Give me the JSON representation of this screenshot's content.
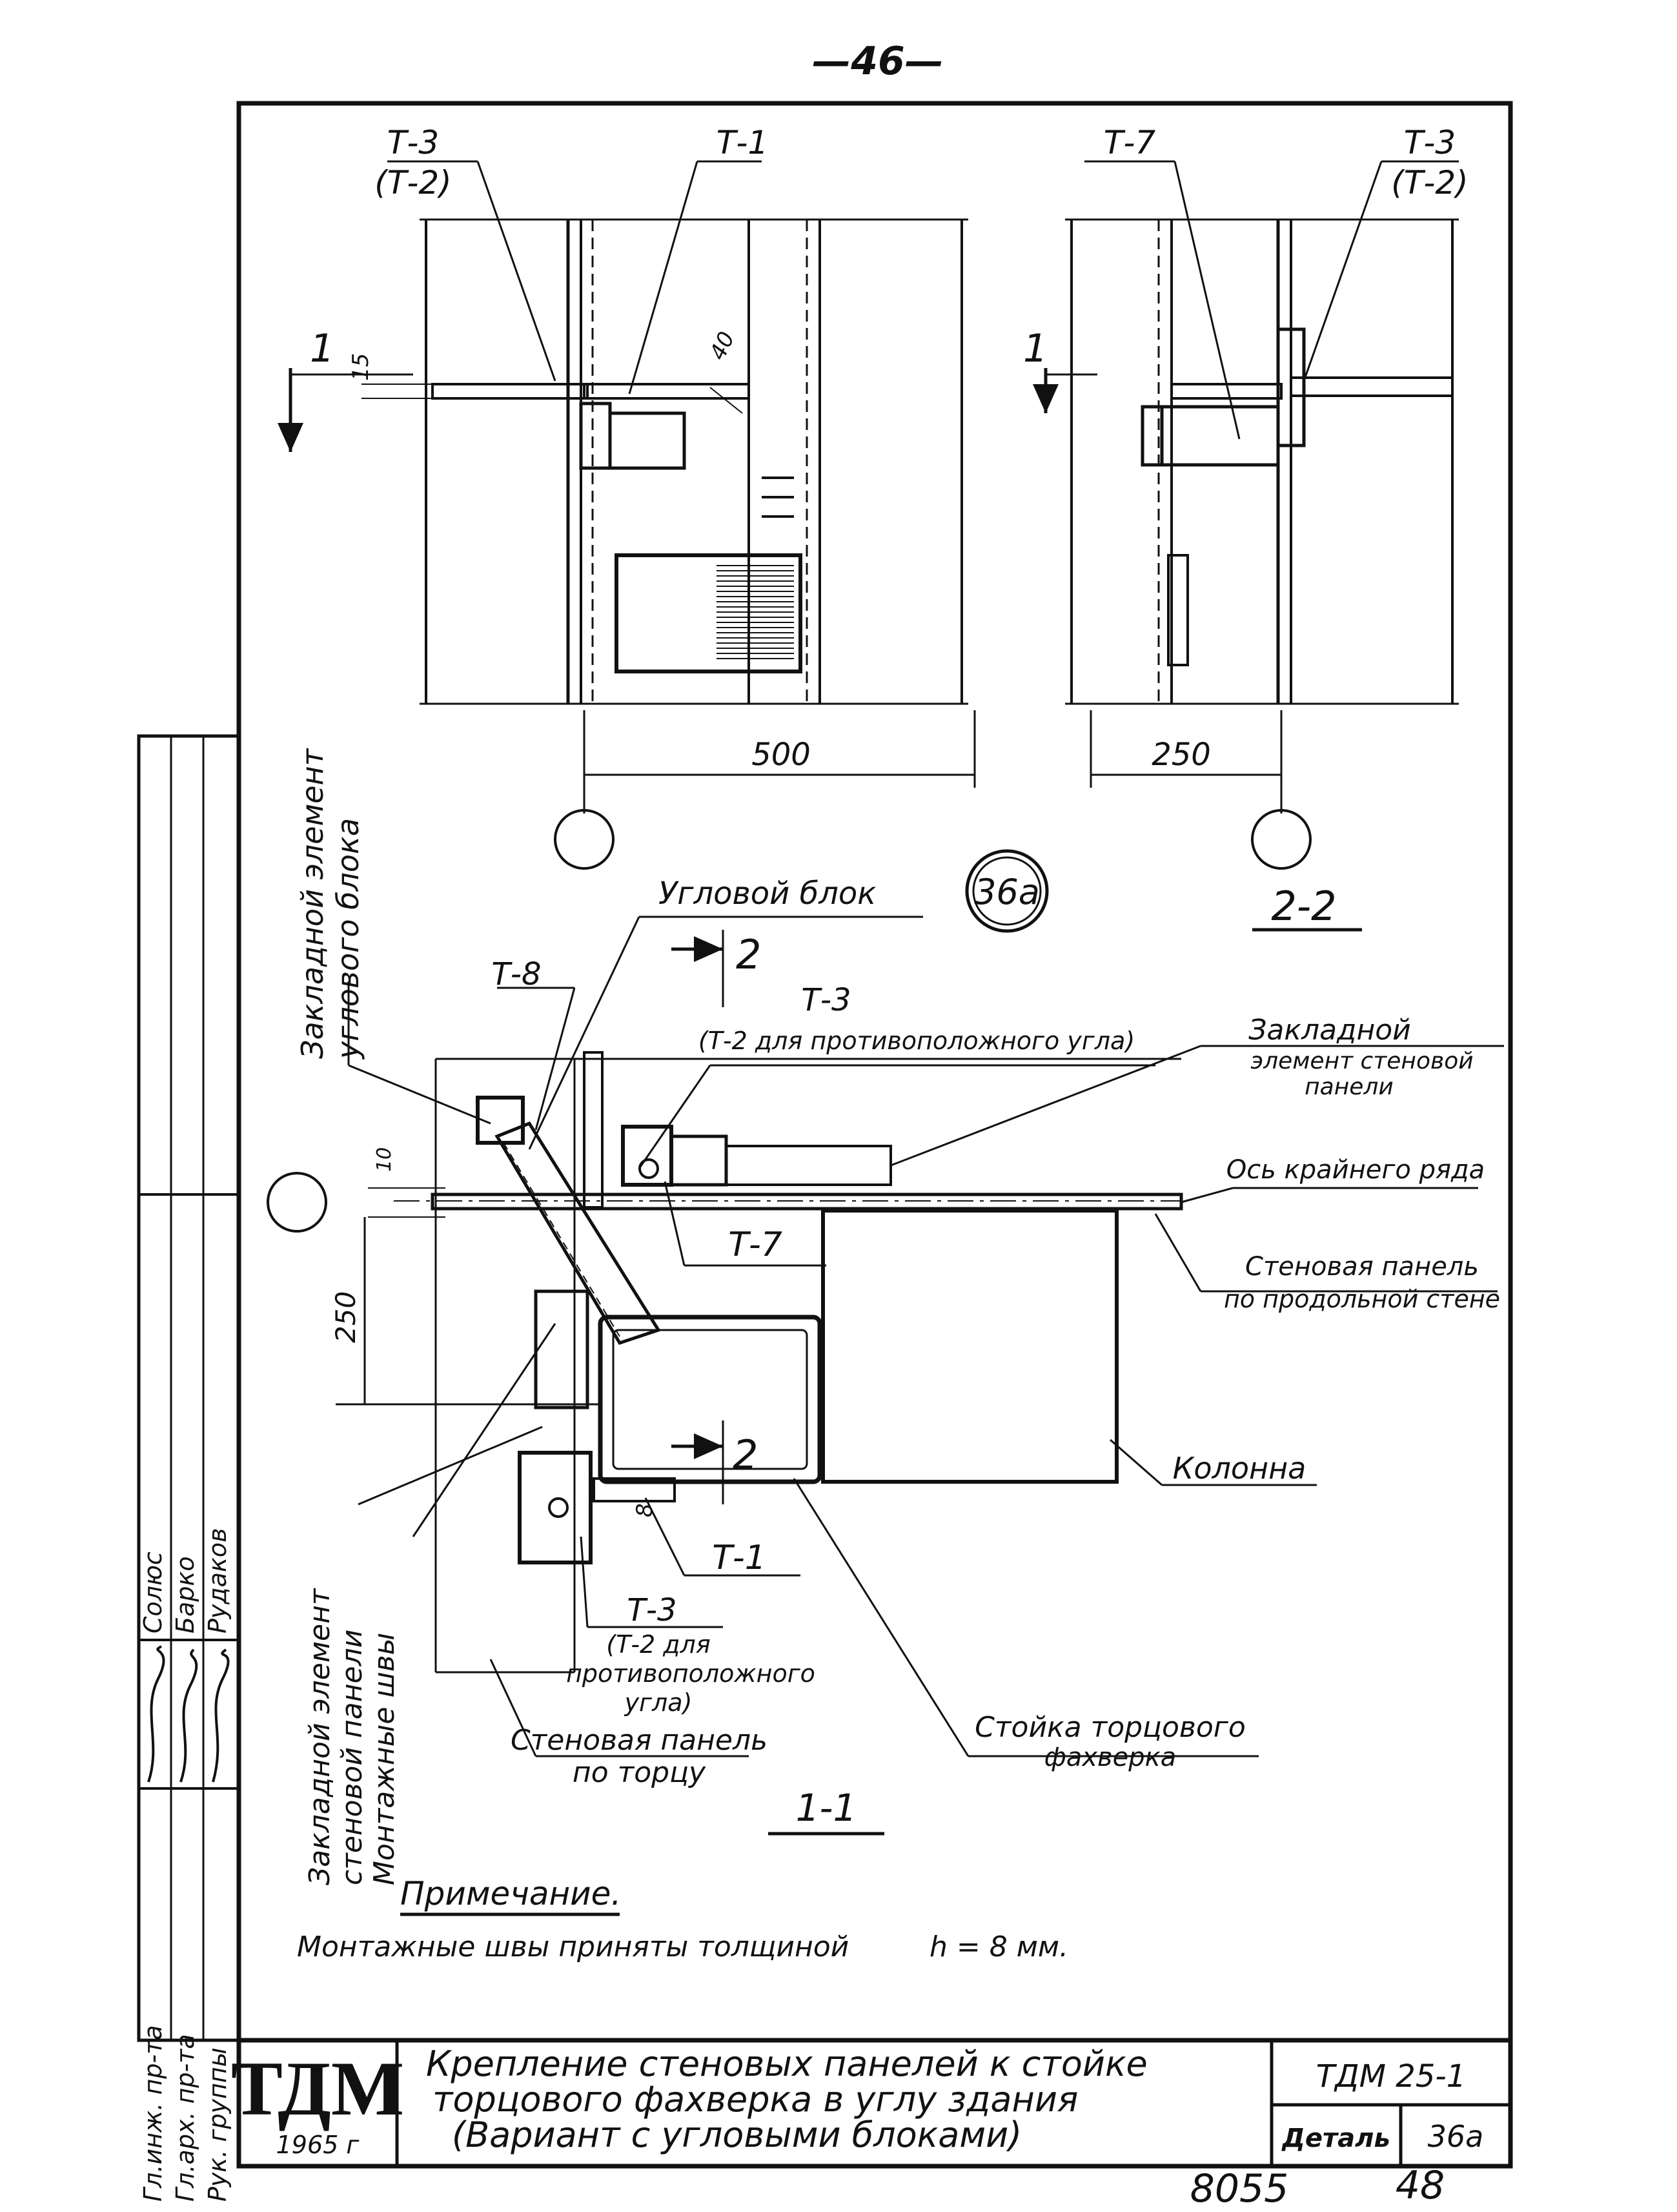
{
  "page_number": "—46—",
  "labels": {
    "t3": "Т-3",
    "t2_paren": "(Т-2)",
    "t1": "Т-1",
    "t7": "Т-7",
    "t8": "Т-8",
    "t1_low": "Т-1",
    "t7_low": "Т-7",
    "t3_low": "Т-3",
    "t2_opposite": "(Т-2 для противоположного угла)",
    "t2_opp_l1": "(Т-2 для",
    "t2_opp_l2": "противоположного",
    "t2_opp_l3": "угла)",
    "section_1_top": "1",
    "section_1_top_right": "1",
    "section_2_a": "2",
    "section_2_b": "2",
    "dim_15": "15",
    "dim_40": "40",
    "dim_500": "500",
    "dim_250_top": "250",
    "dim_10": "10",
    "dim_250_left": "250",
    "dim_8": "8",
    "marker": "36а",
    "view_2_2": "2-2",
    "view_1_1": "1-1",
    "corner_block": "Угловой блок",
    "embedded_corner_l1": "Закладной элемент",
    "embedded_corner_l2": "углового блока",
    "embedded_wall_l1": "Закладной",
    "embedded_wall_l2": "элемент стеновой",
    "embedded_wall_l3": "панели",
    "axis_outer_row": "Ось крайнего ряда",
    "longitudinal_panel_l1": "Стеновая панель",
    "longitudinal_panel_l2": "по продольной стене",
    "column": "Колонна",
    "end_post_l1": "Стойка торцового",
    "end_post_l2": "фахверка",
    "end_panel_l1": "Стеновая панель",
    "end_panel_l2": "по торцу",
    "embedded_end_l1": "Закладной элемент",
    "embedded_end_l2": "стеновой панели",
    "welds_vertical": "Монтажные швы"
  },
  "note": {
    "title": "Примечание.",
    "text_before": "Монтажные швы приняты толщиной",
    "text_after": "h = 8 мм."
  },
  "side_stamp": {
    "roles": [
      "Гл.инж. пр-та",
      "Гл.арх. пр-та",
      "Рук. группы"
    ],
    "names": [
      "Солюс",
      "Барко",
      "Рудаков"
    ]
  },
  "title_block": {
    "logo": "ТДМ",
    "year": "1965 г",
    "title_l1": "Крепление стеновых панелей к стойке",
    "title_l2": "торцового фахверка в углу здания",
    "title_l3": "(Вариант с угловыми блоками)",
    "code": "ТДМ 25-1",
    "detail_label": "Деталь",
    "detail_value": "36а"
  },
  "footer": {
    "number_left": "8055",
    "number_right": "48"
  }
}
